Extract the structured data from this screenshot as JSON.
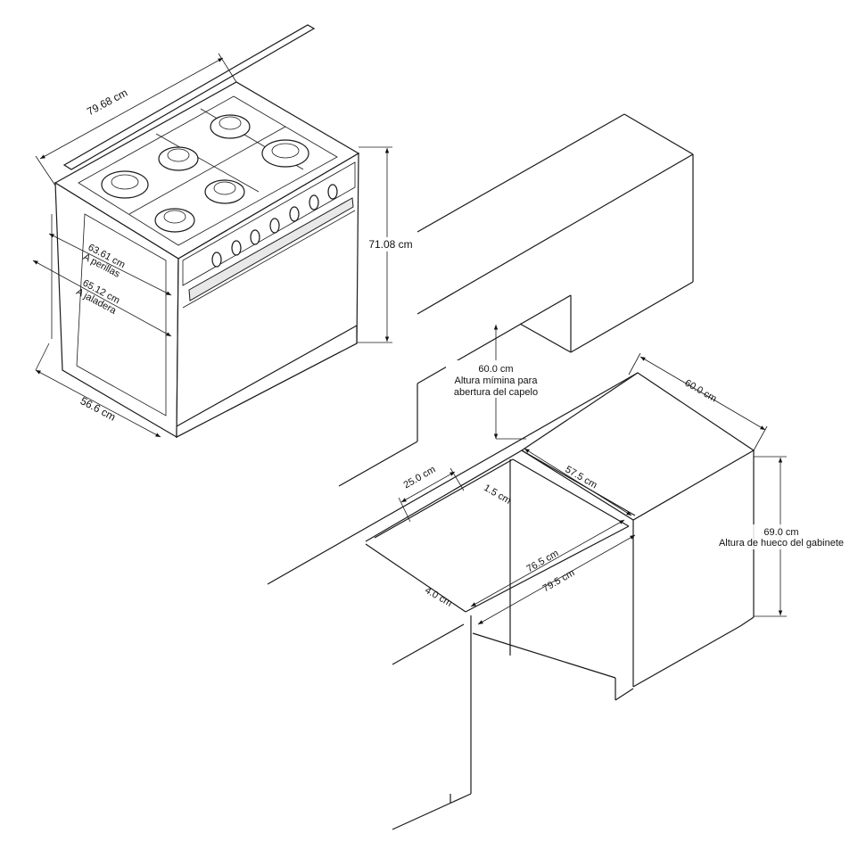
{
  "stove": {
    "width": "79.68 cm",
    "height": "71.08 cm",
    "depth": "56.6 cm",
    "depth_knobs": {
      "value": "63.61 cm",
      "caption": "A perillas"
    },
    "depth_handle": {
      "value": "65.12 cm",
      "caption": "A jaladera"
    }
  },
  "installation": {
    "hood_clearance": {
      "value": "60.0 cm",
      "caption_line1": "Altura mímina para",
      "caption_line2": "abertura del capelo"
    },
    "counter_depth": "60.0 cm",
    "cutout_depth": "57.5 cm",
    "side_strip": "25.0 cm",
    "rim": "1.5 cm",
    "inner_width": "76.5 cm",
    "outer_width": "79.5 cm",
    "front_gap": "4.0 cm",
    "cabinet_height": {
      "value": "69.0 cm",
      "caption": "Altura de hueco del gabinete"
    }
  }
}
